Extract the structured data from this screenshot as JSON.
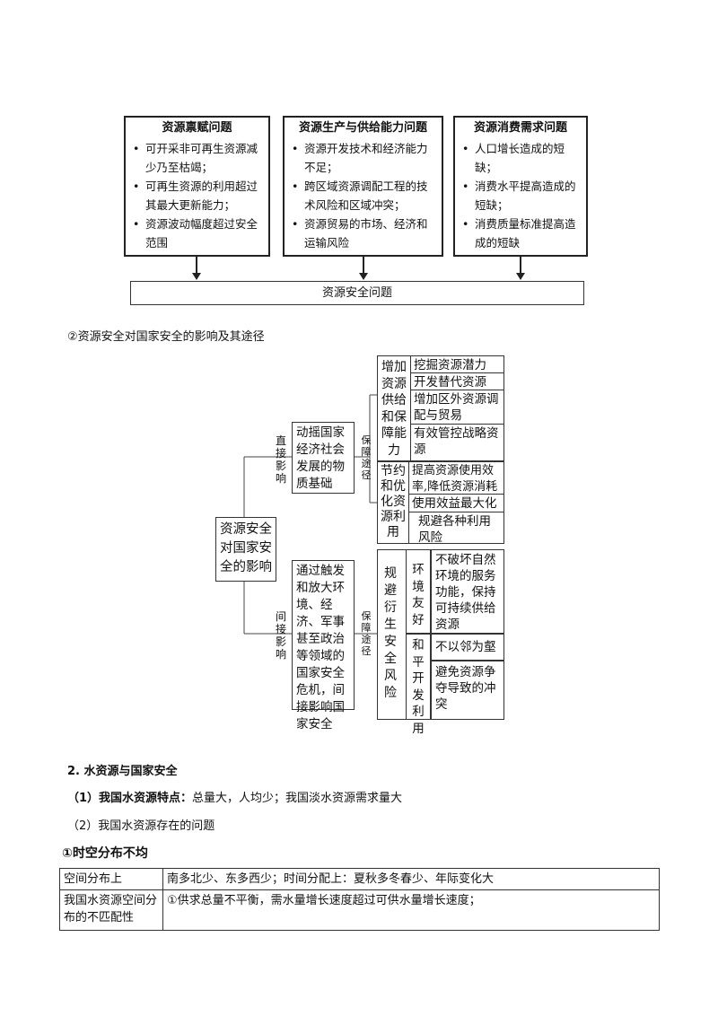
{
  "top_diagram": {
    "boxes": [
      {
        "title": "资源禀赋问题",
        "items": [
          "可开采非可再生资源减少乃至枯竭；",
          "可再生资源的利用超过其最大更新能力；",
          "资源波动幅度超过安全范围"
        ]
      },
      {
        "title": "资源生产与供给能力问题",
        "items": [
          "资源开发技术和经济能力不足；",
          "跨区域资源调配工程的技术风险和区域冲突；",
          "资源贸易的市场、经济和运输风险"
        ]
      },
      {
        "title": "资源消费需求问题",
        "items": [
          "人口增长造成的短缺；",
          "消费水平提高造成的短缺；",
          "消费质量标准提高造成的短缺"
        ]
      }
    ],
    "result": "资源安全问题"
  },
  "subheading": "②资源安全对国家安全的影响及其途径",
  "influence_diagram": {
    "center": "资源安全对国家安全的影响",
    "direct_label": "直接影响",
    "indirect_label": "间接影响",
    "direct_desc": "动摇国家经济社会发展的物质基础",
    "indirect_desc": "通过触发和放大环境、经济、军事甚至政治等领域的国家安全危机，间接影响国家安全",
    "path_label_1": "保障途径",
    "path_label_2": "保障途径",
    "group1": {
      "label": "增加资源供给和保障能力",
      "items": [
        "挖掘资源潜力",
        "开发替代资源",
        "增加区外资源调配与贸易",
        "有效管控战略资源"
      ]
    },
    "group2": {
      "label": "节约和优化资源利用",
      "items": [
        "提高资源使用效率,降低资源消耗",
        "使用效益最大化",
        "规避各种利用风险"
      ]
    },
    "group3": {
      "label": "规避衍生安全风险",
      "sub1": {
        "label": "环境友好",
        "text": "不破坏自然环境的服务功能，保持可持续供给资源"
      },
      "sub2": {
        "label": "和平开发利用",
        "items": [
          "不以邻为壑",
          "避免资源争夺导致的冲突"
        ]
      }
    }
  },
  "section2": {
    "heading": "2. 水资源与国家安全",
    "point1_label": "（1）我国水资源特点：",
    "point1_text": "总量大，人均少；我国淡水资源需求量大",
    "point2": "（2）我国水资源存在的问题",
    "point3": "①时空分布不均"
  },
  "water_table": {
    "rows": [
      [
        "空间分布上",
        "南多北少、东多西少；时间分配上：夏秋多冬春少、年际变化大"
      ],
      [
        "我国水资源空间分布的不匹配性",
        "①供求总量不平衡，需水量增长速度超过可供水量增长速度；"
      ]
    ]
  }
}
